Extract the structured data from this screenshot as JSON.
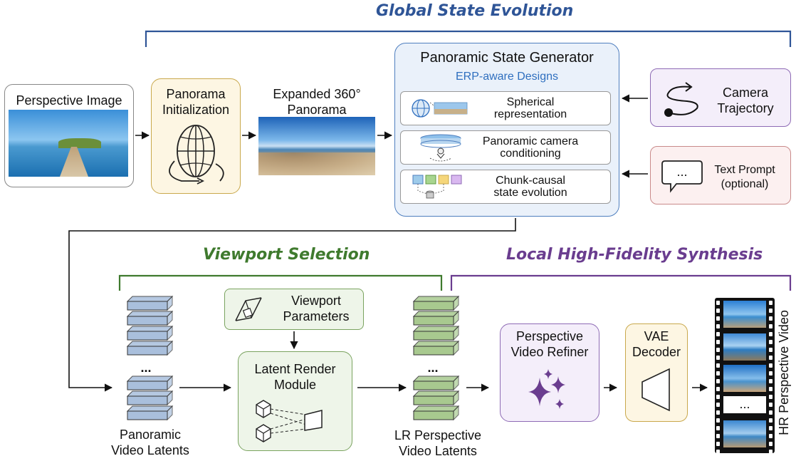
{
  "stages": {
    "global": "Global State Evolution",
    "viewport": "Viewport Selection",
    "local": "Local High-Fidelity Synthesis"
  },
  "nodes": {
    "perspective_image": "Perspective Image",
    "pano_init": [
      "Panorama",
      "Initialization"
    ],
    "expanded_pano": [
      "Expanded 360°",
      "Panorama"
    ],
    "generator_title": "Panoramic State Generator",
    "generator_subtitle": "ERP-aware Designs",
    "design_items": [
      [
        "Spherical",
        "representation"
      ],
      [
        "Panoramic camera",
        "conditioning"
      ],
      [
        "Chunk-causal",
        "state evolution"
      ]
    ],
    "camera_trajectory": [
      "Camera",
      "Trajectory"
    ],
    "text_prompt": [
      "Text Prompt",
      "(optional)"
    ],
    "text_prompt_bubble": "...",
    "viewport_params": [
      "Viewport",
      "Parameters"
    ],
    "latent_render": [
      "Latent Render",
      "Module"
    ],
    "pano_latents": [
      "Panoramic",
      "Video Latents"
    ],
    "lr_latents": [
      "LR Perspective",
      "Video Latents"
    ],
    "refiner": [
      "Perspective",
      "Video Refiner"
    ],
    "vae": [
      "VAE",
      "Decoder"
    ],
    "hr_video": "HR Perspective Video",
    "ellipsis": "...",
    "film_ellipsis": "..."
  },
  "colors": {
    "global_title": "#2f5597",
    "viewport_title": "#3f7a2e",
    "local_title": "#6a3d8f",
    "generator_border": "#4f7fbf",
    "generator_fill": "#eaf1fa",
    "init_fill": "#fdf6e3",
    "init_border": "#c9a84c",
    "purple_fill": "#f4eefa",
    "purple_border": "#8e6bb5",
    "pink_fill": "#fcf0f0",
    "pink_border": "#c98a8a",
    "green_fill": "#eef5e9",
    "green_border": "#7aa35f",
    "latent_blue": "#a9bfdc",
    "latent_green": "#a8c98f"
  }
}
